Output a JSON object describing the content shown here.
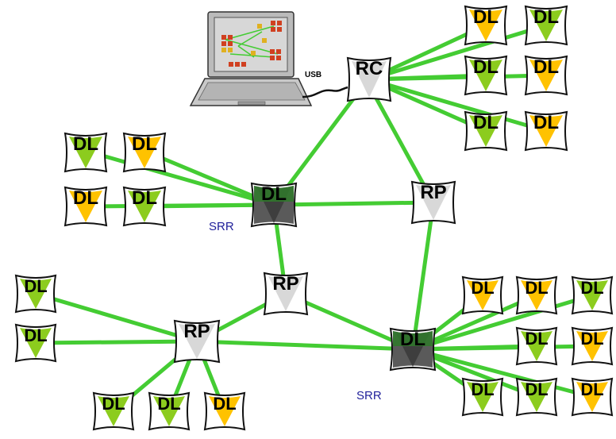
{
  "colors": {
    "link": "#44cc33",
    "dl_green": "#8ccc1e",
    "dl_yellow": "#ffc200",
    "rp": "#d8d8d8",
    "srr": "#5a5a5a",
    "caption": "#1f1f9a"
  },
  "laptop": {
    "icon": "laptop-icon",
    "port_label": "USB"
  },
  "nodes": {
    "rc": "RC",
    "rp_top": "RP",
    "rp_mid": "RP",
    "rp_left": "RP",
    "srr_left": "DL",
    "srr_right": "DL",
    "dl": "DL"
  },
  "captions": {
    "srr_left": "SRR",
    "srr_right": "SRR"
  }
}
